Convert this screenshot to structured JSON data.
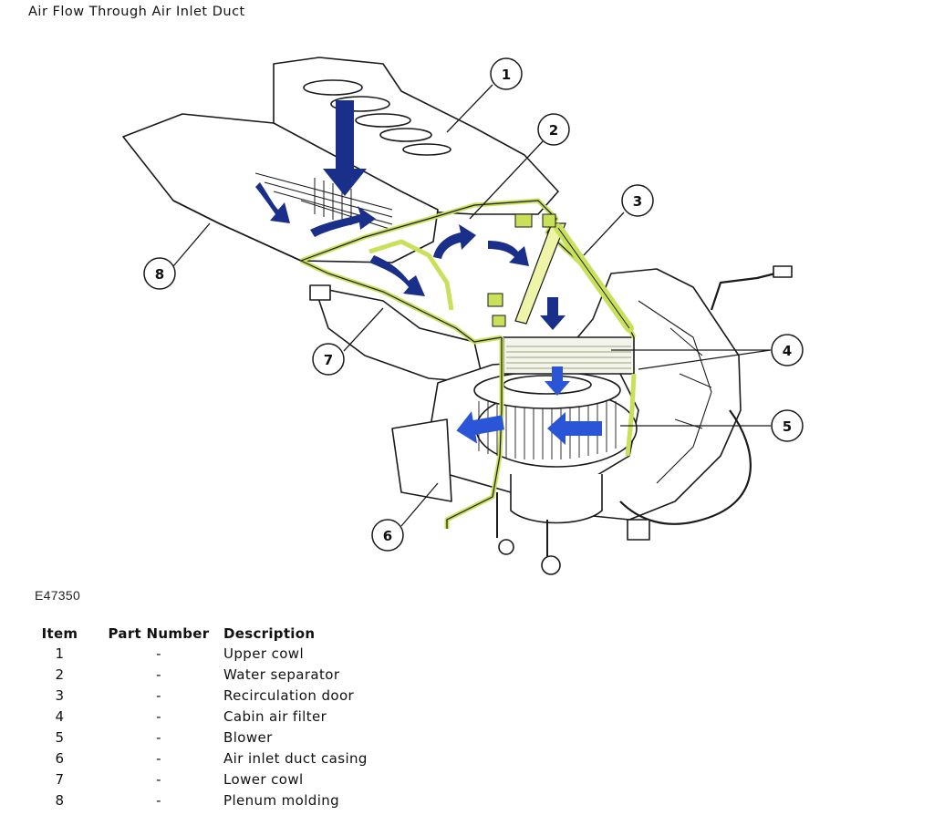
{
  "title": "Air Flow Through Air Inlet Duct",
  "figure_code": "E47350",
  "callouts": [
    "1",
    "2",
    "3",
    "4",
    "5",
    "6",
    "7",
    "8"
  ],
  "table": {
    "headers": {
      "item": "Item",
      "part_number": "Part Number",
      "description": "Description"
    },
    "rows": [
      {
        "item": "1",
        "part_number": "-",
        "description": "Upper cowl"
      },
      {
        "item": "2",
        "part_number": "-",
        "description": "Water separator"
      },
      {
        "item": "3",
        "part_number": "-",
        "description": "Recirculation door"
      },
      {
        "item": "4",
        "part_number": "-",
        "description": "Cabin air filter"
      },
      {
        "item": "5",
        "part_number": "-",
        "description": "Blower"
      },
      {
        "item": "6",
        "part_number": "-",
        "description": "Air inlet duct casing"
      },
      {
        "item": "7",
        "part_number": "-",
        "description": "Lower cowl"
      },
      {
        "item": "8",
        "part_number": "-",
        "description": "Plenum molding"
      }
    ]
  },
  "colors": {
    "highlight": "#c8e05a",
    "arrow": "#1a2f8a",
    "arrow_light": "#2a55d6",
    "line": "#1a1a1a"
  }
}
